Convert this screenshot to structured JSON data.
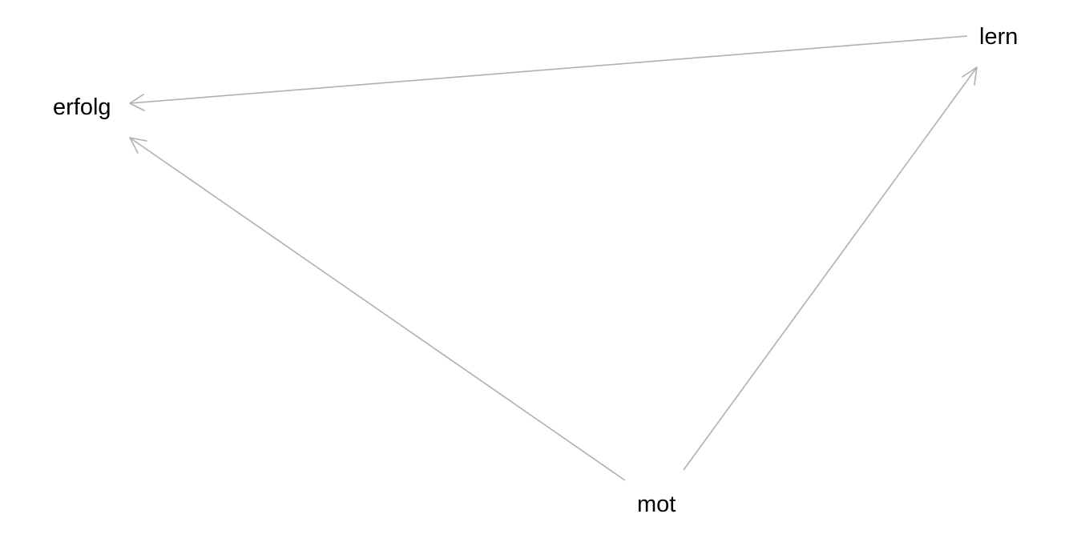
{
  "nodes": [
    {
      "id": "erfolg",
      "label": "erfolg"
    },
    {
      "id": "lern",
      "label": "lern"
    },
    {
      "id": "mot",
      "label": "mot"
    }
  ],
  "edges": [
    {
      "from": "lern",
      "to": "erfolg"
    },
    {
      "from": "mot",
      "to": "erfolg"
    },
    {
      "from": "mot",
      "to": "lern"
    }
  ],
  "colors": {
    "edge": "#b0b0b0",
    "label": "#000000",
    "background": "#ffffff"
  }
}
